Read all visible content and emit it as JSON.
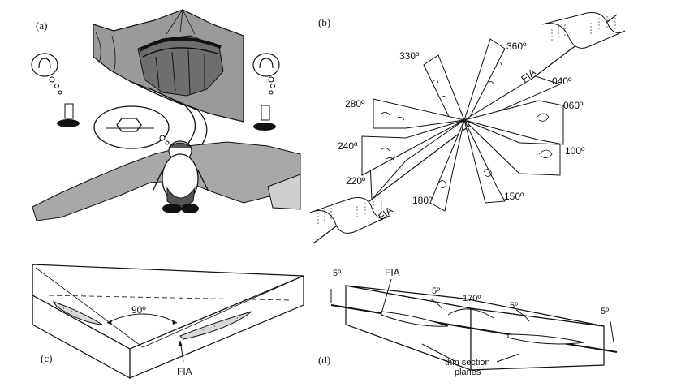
{
  "panels": {
    "a": {
      "letter": "(a)"
    },
    "b": {
      "letter": "(b)",
      "angles": [
        "330º",
        "360º",
        "040º",
        "060º",
        "100º",
        "150º",
        "180º",
        "220º",
        "240º",
        "280º"
      ],
      "fia_upper": "FIA",
      "fia_lower": "FIA"
    },
    "c": {
      "letter": "(c)",
      "angle": "90º",
      "fia": "FIA"
    },
    "d": {
      "letter": "(d)",
      "fia": "FIA",
      "angles": [
        "5º",
        "5º",
        "170º",
        "5º",
        "5º"
      ],
      "thin_section_line1": "thin section",
      "thin_section_line2": "planes"
    }
  }
}
